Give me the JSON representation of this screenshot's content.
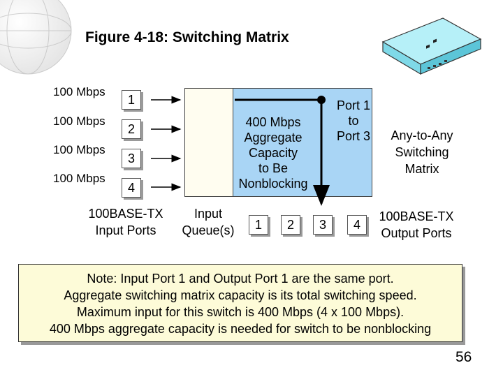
{
  "title": "Figure 4-18: Switching Matrix",
  "inputs": [
    {
      "speed": "100 Mbps",
      "port": "1"
    },
    {
      "speed": "100 Mbps",
      "port": "2"
    },
    {
      "speed": "100 Mbps",
      "port": "3"
    },
    {
      "speed": "100 Mbps",
      "port": "4"
    }
  ],
  "matrix": {
    "capacity_lines": [
      "400 Mbps",
      "Aggregate",
      "Capacity",
      "to Be",
      "Nonblocking"
    ],
    "route_lines": [
      "Port 1",
      "to",
      "Port 3"
    ]
  },
  "any_to_any": [
    "Any-to-Any",
    "Switching",
    "Matrix"
  ],
  "input_ports_label": [
    "100BASE-TX",
    "Input Ports"
  ],
  "queue_label": [
    "Input",
    "Queue(s)"
  ],
  "outputs": [
    "1",
    "2",
    "3",
    "4"
  ],
  "output_ports_label": [
    "100BASE-TX",
    "Output Ports"
  ],
  "note": [
    "Note: Input Port 1 and Output Port 1 are the same port.",
    "Aggregate switching matrix capacity is its total switching speed.",
    "Maximum input for this switch is 400 Mbps (4 x 100 Mbps).",
    "400 Mbps aggregate capacity is needed for switch to be nonblocking"
  ],
  "page_number": "56",
  "colors": {
    "matrix": "#a9d5f5",
    "note_bg": "#fdfbd8",
    "switch": "#8fe3f0"
  }
}
